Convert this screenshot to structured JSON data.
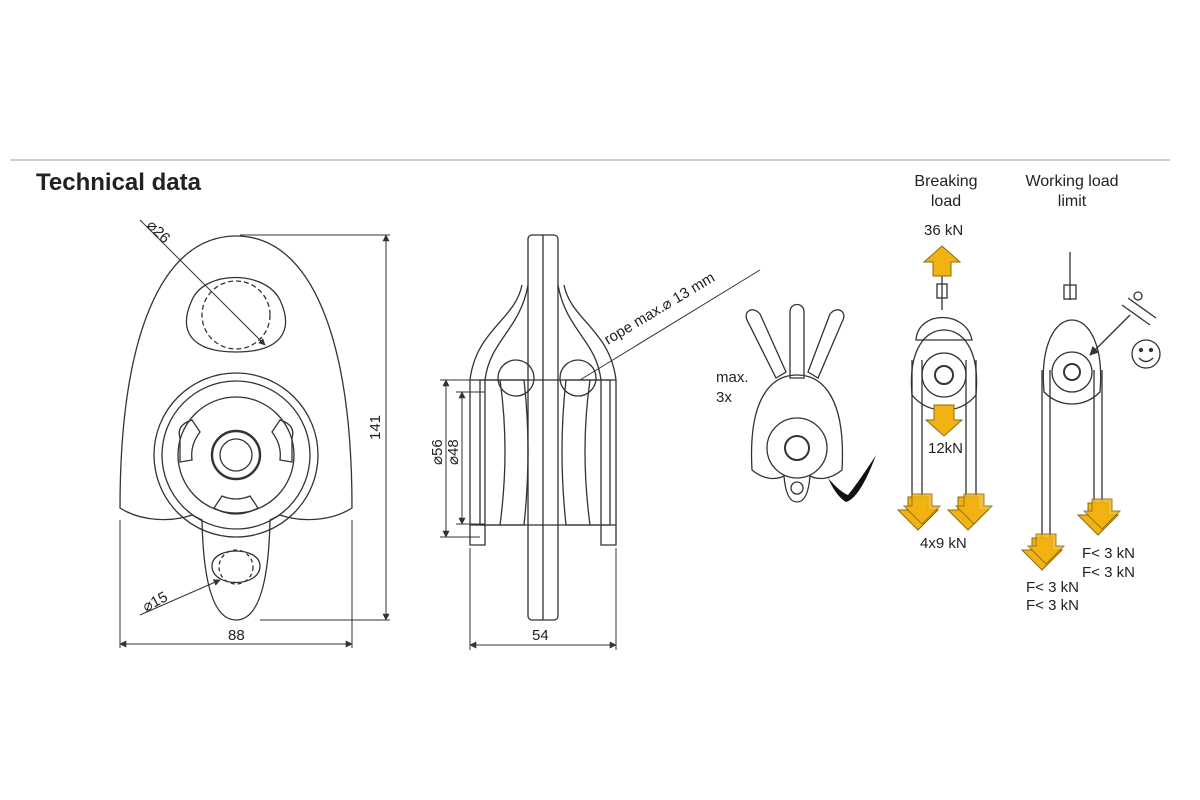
{
  "header": {
    "title": "Technical data"
  },
  "front_view": {
    "dim_top_hole": "⌀26",
    "dim_bottom_hole": "⌀15",
    "dim_width": "88",
    "dim_height": "141"
  },
  "side_view": {
    "dim_outer_sheave": "⌀56",
    "dim_inner_sheave": "⌀48",
    "dim_rope": "rope max.⌀ 13 mm",
    "dim_width": "54"
  },
  "multi_use": {
    "label_line1": "max.",
    "label_line2": "3x"
  },
  "breaking_load": {
    "heading_line1": "Breaking",
    "heading_line2": "load",
    "top_force": "36 kN",
    "middle_force": "12kN",
    "bottom_force": "4x9 kN"
  },
  "working_load": {
    "heading_line1": "Working load",
    "heading_line2": "limit",
    "force_1": "F< 3 kN",
    "force_2": "F< 3 kN",
    "force_3": "F< 3 kN",
    "force_4": "F< 3 kN"
  },
  "colors": {
    "arrow_fill": "#f2b312",
    "arrow_stroke": "#8a6a10",
    "line": "#333333"
  }
}
